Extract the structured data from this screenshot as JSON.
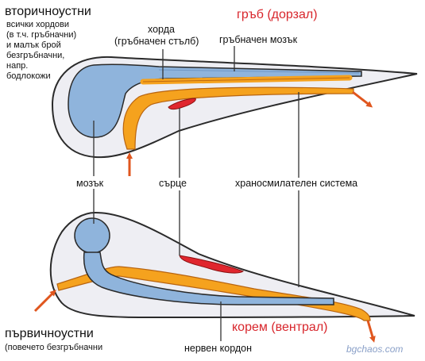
{
  "top_organism": {
    "title": "вторичноустни",
    "description": [
      "всички хордови",
      "(в т.ч. гръбначни)",
      "и малък брой",
      "безгръбначни,",
      "напр.",
      "бодлокожи"
    ]
  },
  "bottom_organism": {
    "title": "първичноустни",
    "description": "(повечето безгръбначни"
  },
  "labels": {
    "dorsal": "гръб (дорзал)",
    "ventral": "корем (вентрал)",
    "notochord_line1": "хорда",
    "notochord_line2": "(гръбначен стълб)",
    "spinal_cord": "гръбначен мозък",
    "brain": "мозък",
    "heart": "сърце",
    "digestive_system": "храносмилателен система",
    "nerve_cord": "нервен кордон"
  },
  "watermark": "bgchaos.com",
  "colors": {
    "nervous": "#8fb4dc",
    "digestive": "#f5a21e",
    "heart": "#e0262e",
    "arrow": "#e0561e",
    "body_fill": "#eeeef3",
    "accent_text": "#d8262c"
  }
}
